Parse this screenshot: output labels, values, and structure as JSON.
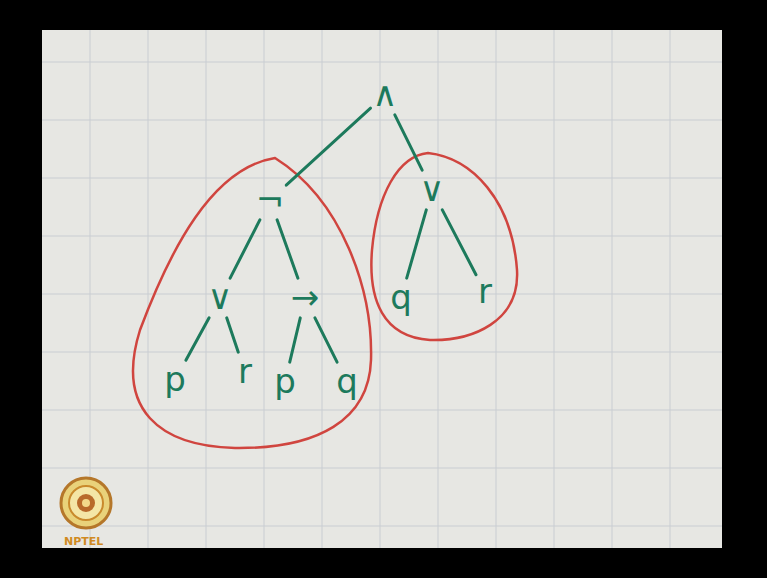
{
  "diagram": {
    "nodes": [
      {
        "text": [
          "∧"
        ]
      },
      {
        "text": [
          "¬"
        ]
      },
      {
        "text": [
          "∨"
        ]
      },
      {
        "text": [
          "∨"
        ]
      },
      {
        "text": [
          "→"
        ]
      },
      {
        "text": [
          "q"
        ]
      },
      {
        "text": [
          "r"
        ]
      },
      {
        "text": [
          "p"
        ]
      },
      {
        "text": [
          "r"
        ]
      },
      {
        "text": [
          "p"
        ]
      },
      {
        "text": [
          "q"
        ]
      }
    ],
    "edges": [
      {
        "from": 0,
        "to": 1,
        "arrow": "none"
      },
      {
        "from": 0,
        "to": 2,
        "arrow": "none"
      },
      {
        "from": 1,
        "to": 3,
        "arrow": "none"
      },
      {
        "from": 1,
        "to": 4,
        "arrow": "none"
      },
      {
        "from": 3,
        "to": 7,
        "arrow": "none"
      },
      {
        "from": 3,
        "to": 8,
        "arrow": "none"
      },
      {
        "from": 4,
        "to": 9,
        "arrow": "none"
      },
      {
        "from": 4,
        "to": 10,
        "arrow": "none"
      },
      {
        "from": 2,
        "to": 5,
        "arrow": "none"
      },
      {
        "from": 2,
        "to": 6,
        "arrow": "none"
      }
    ],
    "labels": [
      "NPTEL"
    ]
  }
}
